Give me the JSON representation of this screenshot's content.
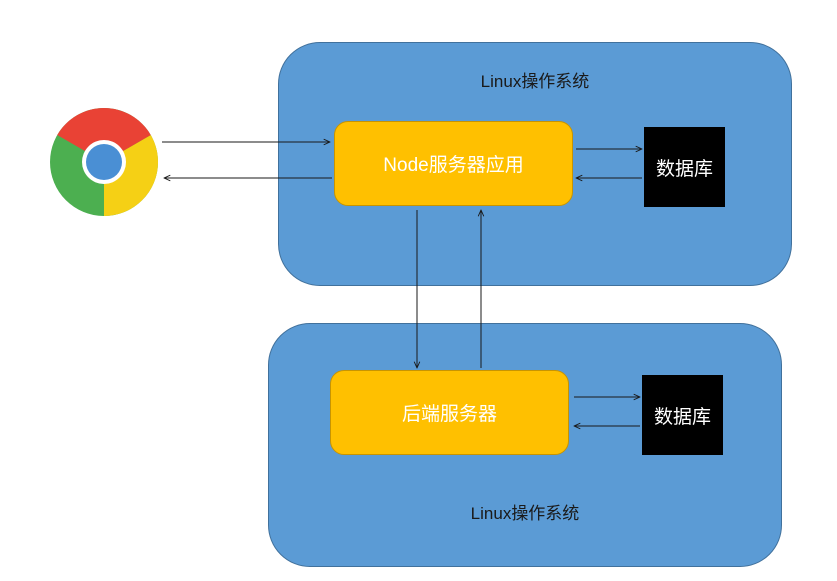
{
  "upper_os": {
    "label": "Linux操作系统"
  },
  "lower_os": {
    "label": "Linux操作系统"
  },
  "node_app": {
    "label": "Node服务器应用"
  },
  "backend": {
    "label": "后端服务器"
  },
  "upper_db": {
    "label": "数据库"
  },
  "lower_db": {
    "label": "数据库"
  },
  "browser": {
    "icon": "chrome-browser-icon"
  },
  "colors": {
    "os_fill": "#5b9bd5",
    "app_fill": "#ffc000",
    "db_fill": "#000000",
    "arrow": "#1a1a1a"
  }
}
